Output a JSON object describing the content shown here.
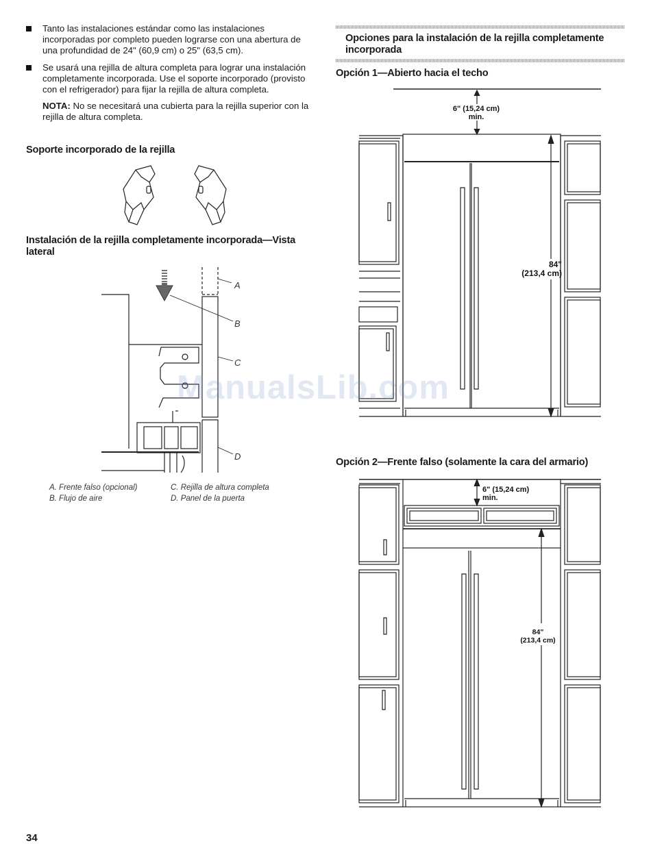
{
  "left": {
    "bullets": [
      "Tanto las instalaciones estándar como las instalaciones incorporadas por completo pueden lograrse con una abertura de una profundidad de 24\" (60,9 cm) o 25\" (63,5 cm).",
      "Se usará una rejilla de altura completa para lograr una instalación completamente incorporada. Use el soporte incorporado (provisto con el refrigerador) para fijar la rejilla de altura completa."
    ],
    "note_label": "NOTA:",
    "note_text": " No se necesitará una cubierta para la rejilla superior con la rejilla de altura completa.",
    "section1_title": "Soporte incorporado de la rejilla",
    "section2_title": "Instalación de la rejilla completamente incorporada—Vista lateral",
    "callouts": {
      "a": "A",
      "b": "B",
      "c": "C",
      "d": "D"
    },
    "legend": {
      "a": "A. Frente falso (opcional)",
      "b": "B. Flujo de aire",
      "c": "C. Rejilla de altura completa",
      "d": "D. Panel de la puerta"
    }
  },
  "right": {
    "header": "Opciones para la instalación de la rejilla completamente incorporada",
    "option1_title": "Opción 1—Abierto hacia el techo",
    "option1_dim_top_1": "6\" (15,24 cm)",
    "option1_dim_top_2": "min.",
    "option1_dim_height_1": "84\"",
    "option1_dim_height_2": "(213,4 cm)",
    "option2_title": "Opción 2—Frente falso (solamente la cara del armario)",
    "option2_dim_top_1": "6\" (15,24 cm)",
    "option2_dim_top_2": "min.",
    "option2_dim_height_1": "84\"",
    "option2_dim_height_2": "(213,4 cm)"
  },
  "watermark": "ManualsLib.com",
  "page_number": "34"
}
